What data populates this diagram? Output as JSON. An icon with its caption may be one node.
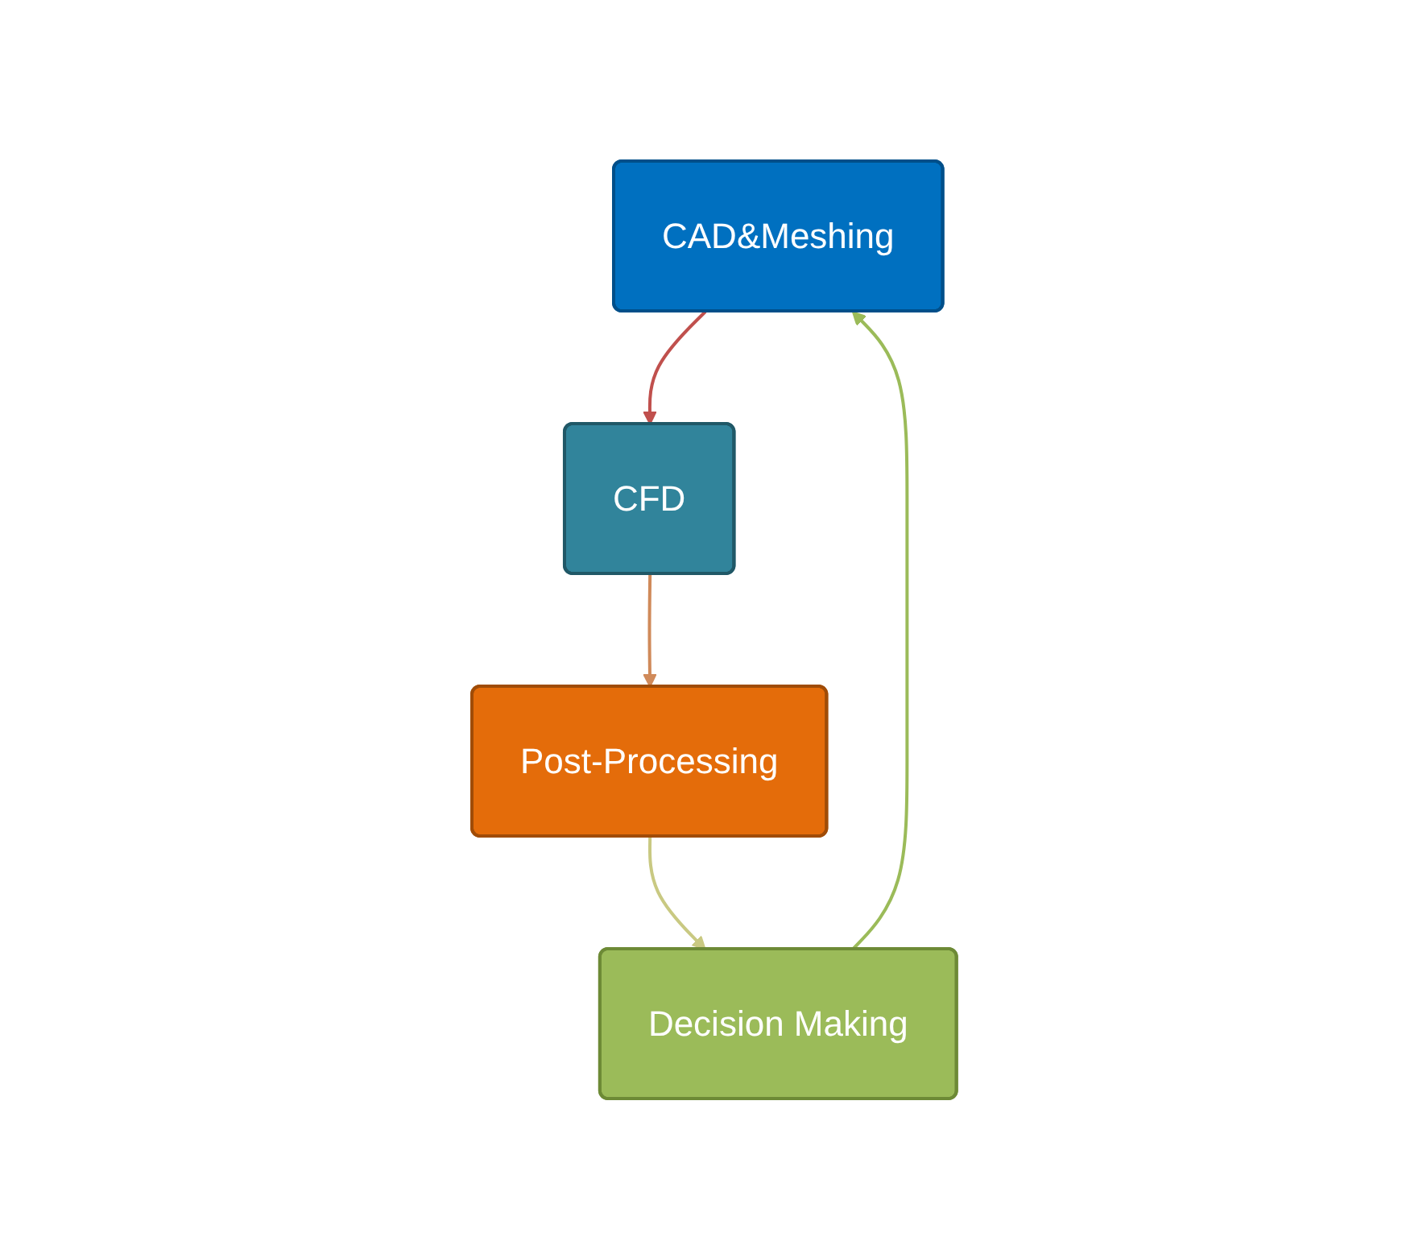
{
  "diagram": {
    "nodes": [
      {
        "text": [
          "CAD&Meshing"
        ]
      },
      {
        "text": [
          "CFD"
        ]
      },
      {
        "text": [
          "Post-Processing"
        ]
      },
      {
        "text": [
          "Decision Making"
        ]
      }
    ],
    "edges": [
      {
        "from": 0,
        "to": 1,
        "arrow": "to",
        "color": "#c0504d"
      },
      {
        "from": 1,
        "to": 2,
        "arrow": "to",
        "color": "#d08a5a"
      },
      {
        "from": 2,
        "to": 3,
        "arrow": "to",
        "color": "#c9c982"
      },
      {
        "from": 3,
        "to": 0,
        "arrow": "to",
        "color": "#9bbb59"
      }
    ]
  }
}
